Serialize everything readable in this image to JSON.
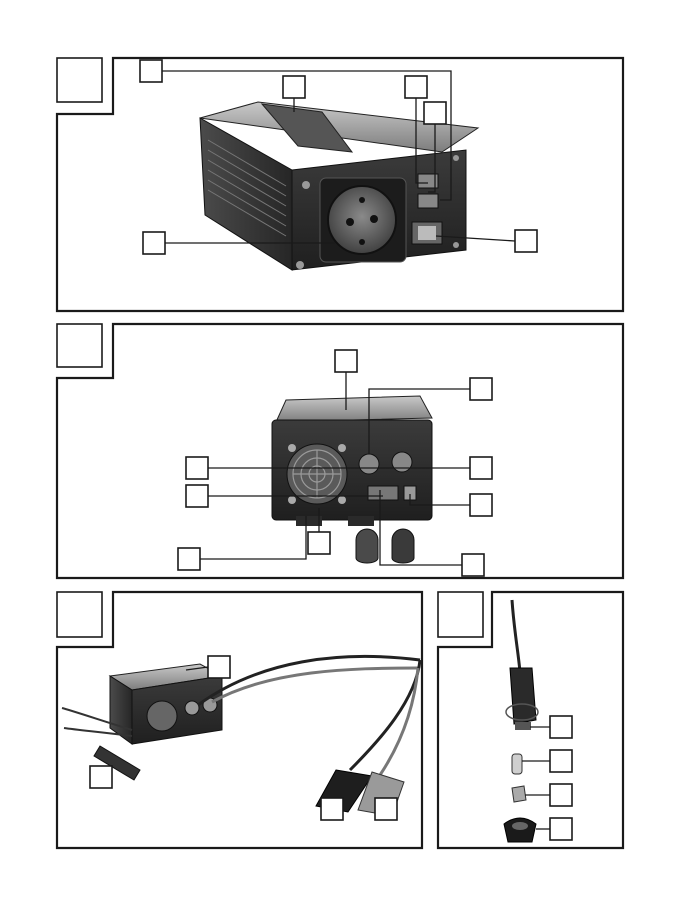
{
  "figures": [
    {
      "id": "1",
      "label": "",
      "subject": "power-inverter-perspective"
    },
    {
      "id": "2",
      "label": "",
      "subject": "power-inverter-rear-panel"
    },
    {
      "id": "3",
      "label": "",
      "subject": "inverter-with-battery-clamps"
    },
    {
      "id": "4",
      "label": "",
      "subject": "cigarette-lighter-plug-exploded"
    }
  ],
  "callouts": {
    "fig1": [
      "",
      "",
      "",
      "",
      "",
      ""
    ],
    "fig2": [
      "",
      "",
      "",
      "",
      "",
      "",
      "",
      "",
      ""
    ],
    "fig3": [
      "",
      "",
      "",
      ""
    ],
    "fig4": [
      "",
      "",
      "",
      ""
    ]
  },
  "colors": {
    "line": "#1a1a1a",
    "metal_dark": "#3a3a3a",
    "metal_mid": "#6e6e6e",
    "metal_light": "#b8b8b8",
    "clamp_red_grey": "#9a9a9a",
    "clamp_black": "#1e1e1e"
  }
}
